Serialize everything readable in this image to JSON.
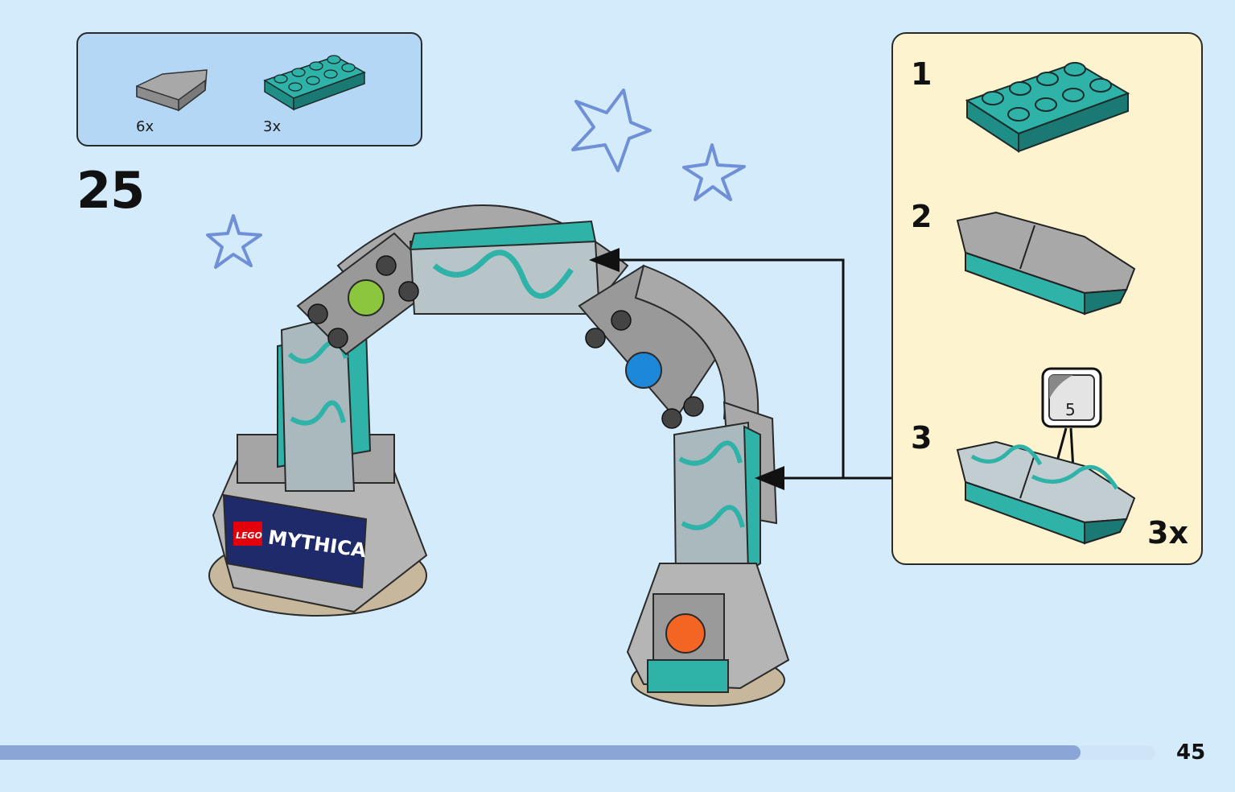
{
  "parts_list": {
    "items": [
      {
        "icon": "grey-slope-tile-icon",
        "qty": "6x"
      },
      {
        "icon": "teal-plate-2x4-icon",
        "qty": "3x"
      }
    ]
  },
  "step": {
    "number": "25"
  },
  "sub_assembly": {
    "steps": [
      {
        "number": "1",
        "icon": "teal-plate-2x4-icon"
      },
      {
        "number": "2",
        "icon": "grey-angled-tile-icon"
      },
      {
        "number": "3",
        "icon": "printed-tile-assembly-icon",
        "sticker": "5"
      }
    ],
    "multiplier": "3x"
  },
  "model": {
    "sign_brand": "LEGO",
    "sign_text": "MYTHICA"
  },
  "progress": {
    "fraction": 0.935
  },
  "page": {
    "number": "45"
  },
  "colors": {
    "background": "#d4ebfb",
    "parts_box": "#b4d7f5",
    "sub_box": "#fdf3cf",
    "teal": "#2fb3a8",
    "grey": "#a9a9a9",
    "progress": "#8aa5d6"
  }
}
